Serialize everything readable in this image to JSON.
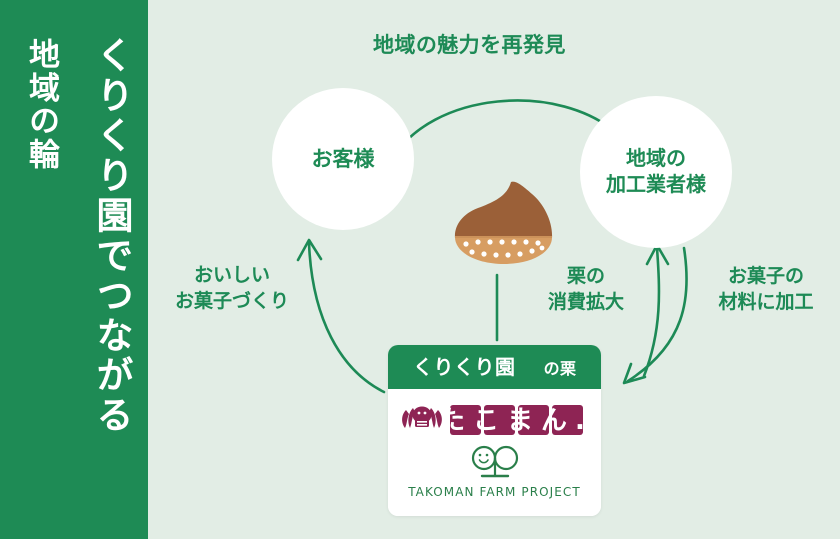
{
  "sidebar": {
    "heading_main": "くりくり園でつながる",
    "heading_sub": "地域の輪",
    "background_color": "#1e8b55"
  },
  "canvas": {
    "background_color": "#e2ede5",
    "accent_color": "#1d8a56",
    "brand_color": "#8e2454"
  },
  "nodes": {
    "customer": {
      "label": "お客様"
    },
    "processor": {
      "line1": "地域の",
      "line2": "加工業者様"
    }
  },
  "flow_labels": {
    "top": "地域の魅力を再発見",
    "left_line1": "おいしい",
    "left_line2": "お菓子づくり",
    "middle_line1": "栗の",
    "middle_line2": "消費拡大",
    "right_line1": "お菓子の",
    "right_line2": "材料に加工"
  },
  "product_card": {
    "header_brand": "くりくり園",
    "header_suffix": "の栗",
    "company_logo": "たこまん.",
    "farm_project_text": "TAKOMAN FARM PROJECT"
  },
  "illustration": {
    "chestnut_top_color": "#9b6038",
    "chestnut_base_color": "#d79d62",
    "chestnut_dot_color": "#ffffff"
  }
}
